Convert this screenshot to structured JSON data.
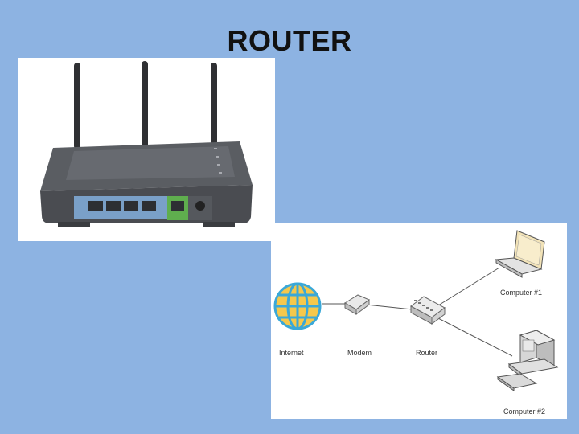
{
  "slide": {
    "title": "ROUTER"
  },
  "diagram": {
    "labels": {
      "internet": "Internet",
      "modem": "Modem",
      "router": "Router",
      "computer1": "Computer #1",
      "computer2": "Computer #2"
    }
  },
  "colors": {
    "background": "#8db3e2",
    "globe": "#f5c84c",
    "globe_lines": "#3aa8d8"
  }
}
